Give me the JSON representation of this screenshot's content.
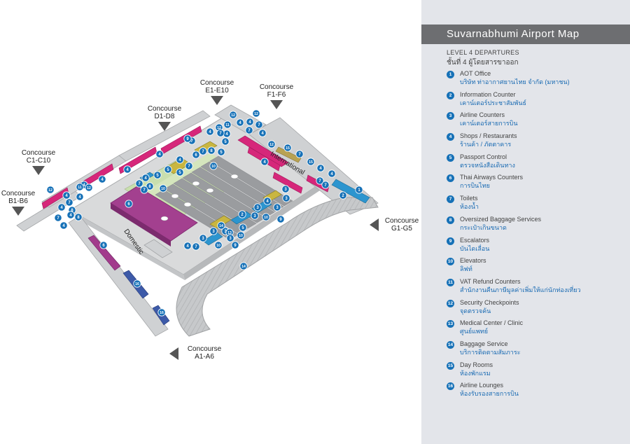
{
  "colors": {
    "badge": "#1671b7",
    "walkway": "#cfd1d3",
    "shop": "#d6277a",
    "domestic": "#9b2e8f",
    "service": "#2c95cf",
    "lounge": "#3d5aa8",
    "security": "#b5a24c",
    "passport": "#c9b640",
    "restricted": "#b9d9a0",
    "title_bar": "#6d6e71",
    "sidebar_bg": "#e3e5ea",
    "thai_text": "#1a6bb3"
  },
  "map": {
    "concourses": [
      {
        "id": "a",
        "line1": "Concourse",
        "line2": "A1-A6"
      },
      {
        "id": "b",
        "line1": "Concourse",
        "line2": "B1-B6"
      },
      {
        "id": "c",
        "line1": "Concourse",
        "line2": "C1-C10"
      },
      {
        "id": "d",
        "line1": "Concourse",
        "line2": "D1-D8"
      },
      {
        "id": "e",
        "line1": "Concourse",
        "line2": "E1-E10"
      },
      {
        "id": "f",
        "line1": "Concourse",
        "line2": "F1-F6"
      },
      {
        "id": "g",
        "line1": "Concourse",
        "line2": "G1-G5"
      }
    ],
    "domestic_label": "Domestic",
    "international_label": "International",
    "badges": [
      {
        "n": "12",
        "icon": "security-checkpoint-icon"
      },
      {
        "n": "11",
        "icon": "vat-refund-icon"
      },
      {
        "n": "4",
        "icon": "shop-icon"
      },
      {
        "n": "7",
        "icon": "toilet-icon"
      },
      {
        "n": "9",
        "icon": "escalator-icon"
      },
      {
        "n": "5",
        "icon": "passport-control-icon"
      },
      {
        "n": "10",
        "icon": "elevator-icon"
      },
      {
        "n": "8",
        "icon": "oversized-baggage-icon"
      },
      {
        "n": "6",
        "icon": "thai-airways-icon"
      },
      {
        "n": "3",
        "icon": "airline-counter-icon"
      },
      {
        "n": "2",
        "icon": "information-icon"
      },
      {
        "n": "13",
        "icon": "medical-clinic-icon"
      },
      {
        "n": "14",
        "icon": "baggage-service-icon"
      },
      {
        "n": "15",
        "icon": "day-room-icon"
      },
      {
        "n": "16",
        "icon": "airline-lounge-icon"
      },
      {
        "n": "1",
        "icon": "aot-office-icon"
      }
    ]
  },
  "sidebar": {
    "title": "Suvarnabhumi Airport Map",
    "level_en": "LEVEL 4 DEPARTURES",
    "level_th": "ชั้นที่ 4 ผู้โดยสารขาออก",
    "legend": [
      {
        "num": "1",
        "en": "AOT Office",
        "th": "บริษัท ท่าอากาศยานไทย จำกัด (มหาชน)"
      },
      {
        "num": "2",
        "en": "Information Counter",
        "th": "เคาน์เตอร์ประชาสัมพันธ์"
      },
      {
        "num": "3",
        "en": "Airline Counters",
        "th": "เคาน์เตอร์สายการบิน"
      },
      {
        "num": "4",
        "en": "Shops / Restaurants",
        "th": "ร้านค้า / ภัตตาคาร"
      },
      {
        "num": "5",
        "en": "Passport Control",
        "th": "ตรวจหนังสือเดินทาง"
      },
      {
        "num": "6",
        "en": "Thai Airways Counters",
        "th": "การบินไทย"
      },
      {
        "num": "7",
        "en": "Toilets",
        "th": "ห้องน้ำ"
      },
      {
        "num": "8",
        "en": "Oversized Baggage Services",
        "th": "กระเป๋าเกินขนาด"
      },
      {
        "num": "9",
        "en": "Escalators",
        "th": "บันไดเลื่อน"
      },
      {
        "num": "10",
        "en": "Elevators",
        "th": "ลิฟท์"
      },
      {
        "num": "11",
        "en": "VAT Refund Counters",
        "th": "สำนักงานคืนภาษีมูลค่าเพิ่มให้แก่นักท่องเที่ยว"
      },
      {
        "num": "12",
        "en": "Security Checkpoints",
        "th": "จุดตรวจค้น"
      },
      {
        "num": "13",
        "en": "Medical Center / Clinic",
        "th": "ศูนย์แพทย์"
      },
      {
        "num": "14",
        "en": "Baggage Service",
        "th": "บริการติดตามสัมภาระ"
      },
      {
        "num": "15",
        "en": "Day Rooms",
        "th": "ห้องพักแรม"
      },
      {
        "num": "16",
        "en": "Airline Lounges",
        "th": "ห้องรับรองสายการบิน"
      }
    ]
  }
}
